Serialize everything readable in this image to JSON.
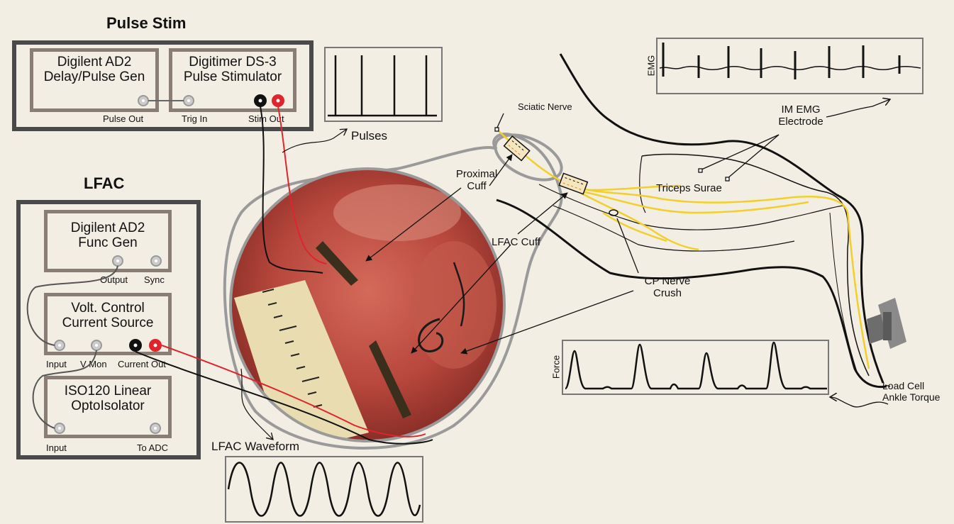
{
  "pulse_stim": {
    "title": "Pulse Stim",
    "ad2_box": "Digilent AD2\nDelay/Pulse Gen",
    "ds3_box": "Digitimer DS-3\nPulse Stimulator",
    "port_pulse_out": "Pulse Out",
    "port_trig_in": "Trig In",
    "port_stim_out": "Stim Out"
  },
  "lfac": {
    "title": "LFAC",
    "funcgen_box": "Digilent AD2\nFunc Gen",
    "port_output": "Output",
    "port_sync": "Sync",
    "vccs_box": "Volt. Control\nCurrent Source",
    "port_input": "Input",
    "port_vmon": "V Mon",
    "port_current_out": "Current Out",
    "iso_box": "ISO120 Linear\nOptoIsolator",
    "port_iso_input": "Input",
    "port_to_adc": "To ADC"
  },
  "labels": {
    "pulses": "Pulses",
    "lfac_waveform": "LFAC Waveform",
    "sciatic_nerve": "Sciatic Nerve",
    "proximal_cuff": "Proximal\nCuff",
    "lfac_cuff": "LFAC Cuff",
    "cp_nerve_crush": "CP Nerve\nCrush",
    "triceps_surae": "Triceps Surae",
    "im_emg_electrode": "IM EMG\nElectrode",
    "load_cell": "Load Cell\nAnkle Torque",
    "emg_axis": "EMG",
    "force_axis": "Force"
  },
  "colors": {
    "stim_red": "#e0242b",
    "nerve_yellow": "#f2cf2a",
    "tissue": "#b8473d"
  }
}
